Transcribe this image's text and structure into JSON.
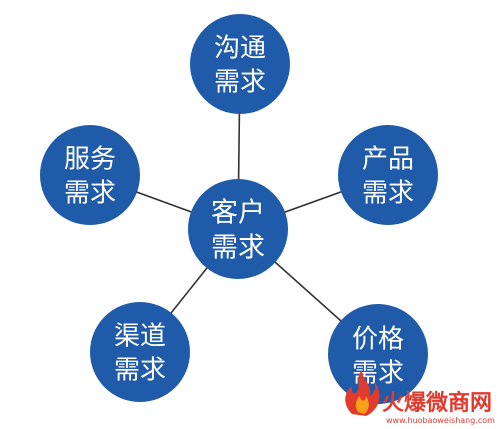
{
  "diagram": {
    "center": {
      "line1": "客户",
      "line2": "需求"
    },
    "nodes": [
      {
        "line1": "沟通",
        "line2": "需求"
      },
      {
        "line1": "产品",
        "line2": "需求"
      },
      {
        "line1": "价格",
        "line2": "需求"
      },
      {
        "line1": "渠道",
        "line2": "需求"
      },
      {
        "line1": "服务",
        "line2": "需求"
      }
    ],
    "colors": {
      "circle": "#1f5ba8",
      "connector": "#333333",
      "node_text": "#ffffff"
    }
  },
  "watermark": {
    "brand_part1": "火爆",
    "brand_part2": "微商网",
    "url": "www.huobaoweishang.com",
    "colors": {
      "part1": "#e23b2e",
      "part2": "#e23b2e"
    }
  }
}
